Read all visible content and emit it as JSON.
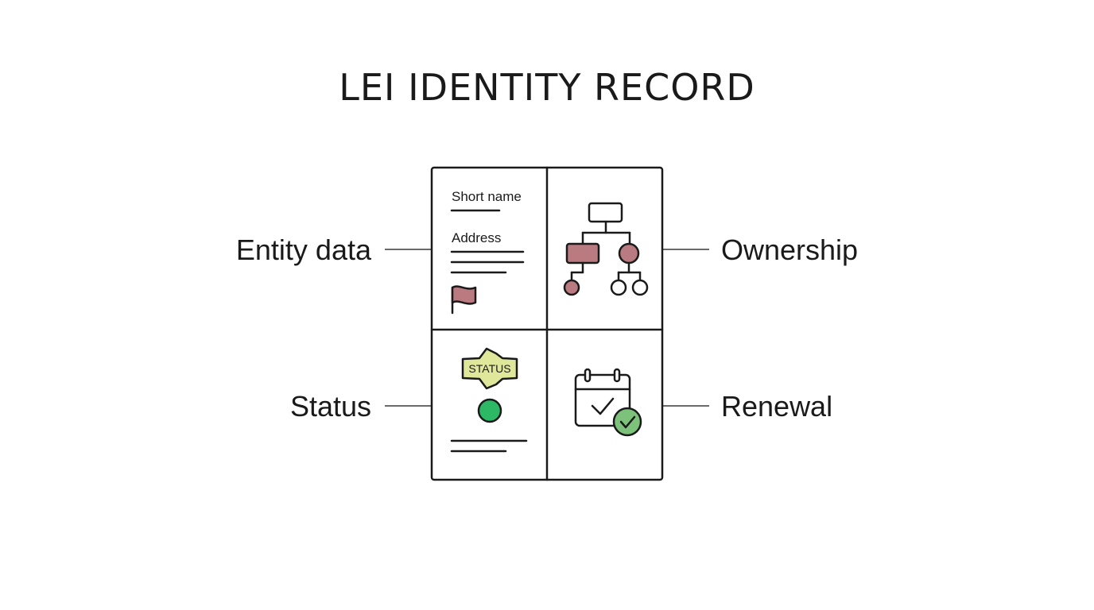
{
  "title": "LEI IDENTITY RECORD",
  "callouts": {
    "entity_data": "Entity data",
    "ownership": "Ownership",
    "status": "Status",
    "renewal": "Renewal"
  },
  "card": {
    "short_name_label": "Short name",
    "address_label": "Address",
    "status_badge": "STATUS"
  },
  "colors": {
    "accent_mauve": "#b97b80",
    "status_green": "#2db866",
    "badge_yellow": "#dfe79a",
    "check_green": "#7cc27a",
    "ink": "#1a1a1a"
  },
  "icons": [
    "flag-icon",
    "org-chart-icon",
    "status-badge-icon",
    "status-dot-icon",
    "calendar-check-icon"
  ]
}
